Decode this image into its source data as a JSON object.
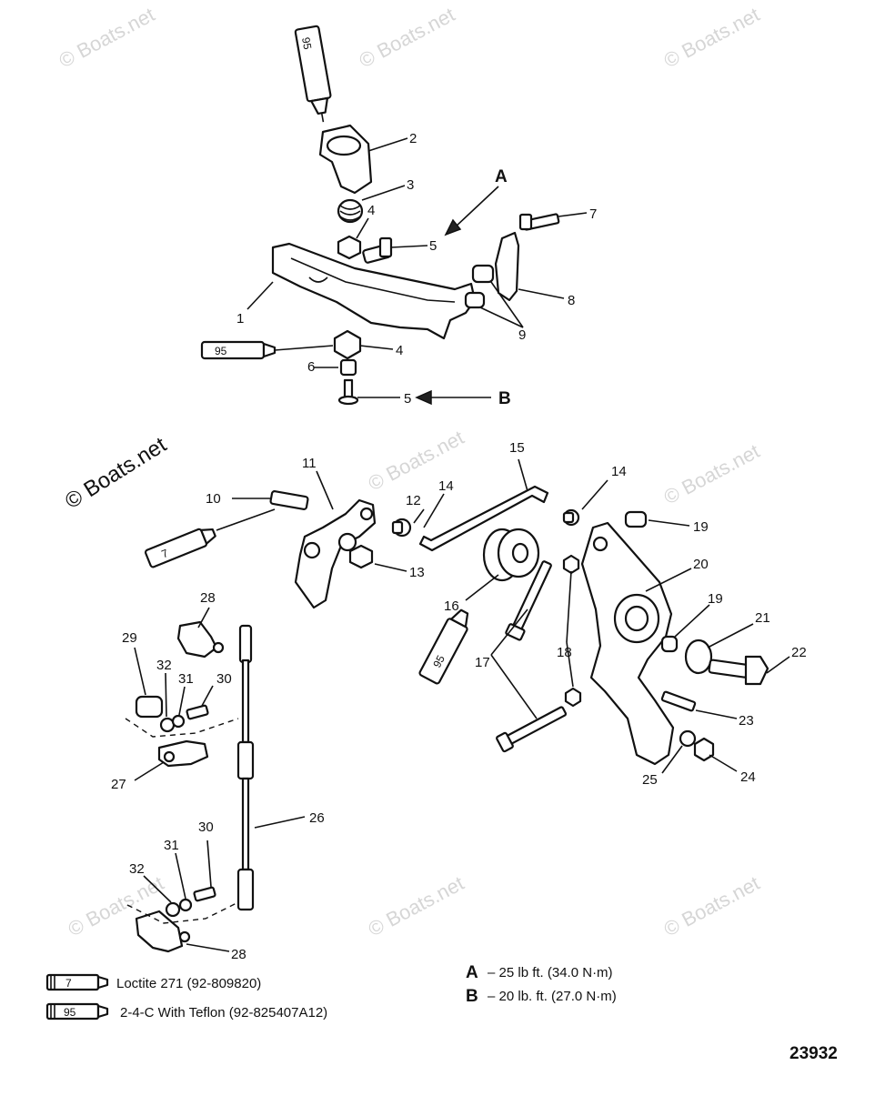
{
  "watermark": "© Boats.net",
  "diagram_id": "23932",
  "tube_labels": {
    "t95": "95",
    "t7": "7"
  },
  "torque_arrows": {
    "a": "A",
    "b": "B"
  },
  "callouts": [
    {
      "id": "c2",
      "text": "2"
    },
    {
      "id": "c3",
      "text": "3"
    },
    {
      "id": "c4a",
      "text": "4"
    },
    {
      "id": "c5a",
      "text": "5"
    },
    {
      "id": "c7",
      "text": "7"
    },
    {
      "id": "c8",
      "text": "8"
    },
    {
      "id": "c9",
      "text": "9"
    },
    {
      "id": "c1",
      "text": "1"
    },
    {
      "id": "c4b",
      "text": "4"
    },
    {
      "id": "c6",
      "text": "6"
    },
    {
      "id": "c5b",
      "text": "5"
    },
    {
      "id": "c11",
      "text": "11"
    },
    {
      "id": "c15",
      "text": "15"
    },
    {
      "id": "c14a",
      "text": "14"
    },
    {
      "id": "c14b",
      "text": "14"
    },
    {
      "id": "c12",
      "text": "12"
    },
    {
      "id": "c10",
      "text": "10"
    },
    {
      "id": "c13",
      "text": "13"
    },
    {
      "id": "c19a",
      "text": "19"
    },
    {
      "id": "c20",
      "text": "20"
    },
    {
      "id": "c16",
      "text": "16"
    },
    {
      "id": "c19b",
      "text": "19"
    },
    {
      "id": "c21",
      "text": "21"
    },
    {
      "id": "c22",
      "text": "22"
    },
    {
      "id": "c17",
      "text": "17"
    },
    {
      "id": "c18",
      "text": "18"
    },
    {
      "id": "c23",
      "text": "23"
    },
    {
      "id": "c25",
      "text": "25"
    },
    {
      "id": "c24",
      "text": "24"
    },
    {
      "id": "c28a",
      "text": "28"
    },
    {
      "id": "c29",
      "text": "29"
    },
    {
      "id": "c32a",
      "text": "32"
    },
    {
      "id": "c31a",
      "text": "31"
    },
    {
      "id": "c30a",
      "text": "30"
    },
    {
      "id": "c27",
      "text": "27"
    },
    {
      "id": "c26",
      "text": "26"
    },
    {
      "id": "c30b",
      "text": "30"
    },
    {
      "id": "c31b",
      "text": "31"
    },
    {
      "id": "c32b",
      "text": "32"
    },
    {
      "id": "c28b",
      "text": "28"
    }
  ],
  "legend": [
    {
      "code": "7",
      "text": "Loctite 271 (92-809820)"
    },
    {
      "code": "95",
      "text": "2-4-C  With Teflon (92-825407A12)"
    }
  ],
  "torque": [
    {
      "letter": "A",
      "text": "– 25 lb ft. (34.0 N·m)"
    },
    {
      "letter": "B",
      "text": "– 20 lb. ft. (27.0 N·m)"
    }
  ]
}
